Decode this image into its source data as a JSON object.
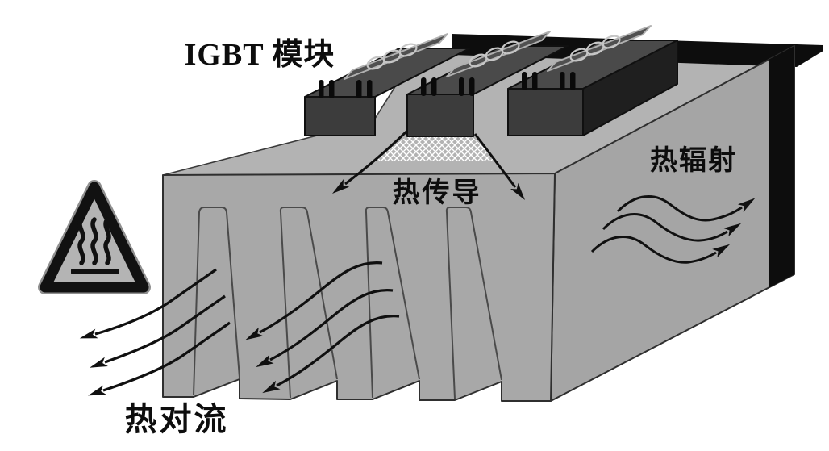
{
  "figure": {
    "labels": {
      "module": "IGBT 模块",
      "conduction": "热传导",
      "radiation": "热辐射",
      "convection": "热对流"
    },
    "icons": {
      "warning": "hot-surface-warning"
    },
    "colors": {
      "background": "#ffffff",
      "heatsink_top": "#b3b3b3",
      "heatsink_front": "#a8a8a8",
      "heatsink_side": "#a5a5a5",
      "black_edge": "#0d0d0d",
      "module_front": "#3c3c3c",
      "module_top": "#4a4a4a",
      "module_side": "#1f1f1f",
      "module_plate": "#505050",
      "ring_stroke": "#c6c6c6",
      "hatch": "#ffffff",
      "arrow": "#101010",
      "sign_fill": "#b4b4b4"
    }
  }
}
